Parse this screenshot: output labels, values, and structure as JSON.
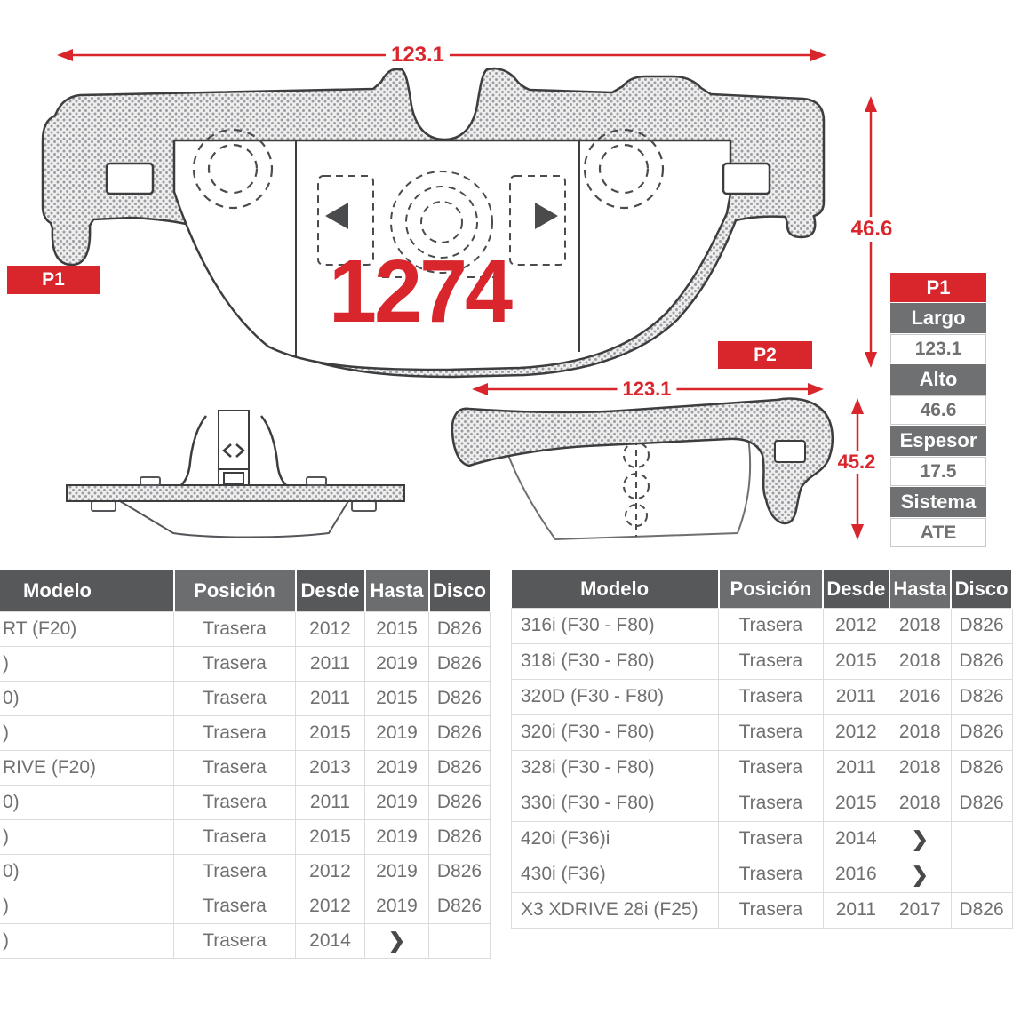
{
  "part": {
    "number": "1274"
  },
  "views": {
    "p1_label": "P1",
    "p2_label": "P2"
  },
  "dimensions": {
    "p1_length": "123.1",
    "p1_height": "46.6",
    "p2_length": "123.1",
    "p2_height": "45.2"
  },
  "spec_panel": {
    "title": "P1",
    "rows": [
      {
        "label": "Largo",
        "value": "123.1"
      },
      {
        "label": "Alto",
        "value": "46.6"
      },
      {
        "label": "Espesor",
        "value": "17.5"
      },
      {
        "label": "Sistema",
        "value": "ATE"
      }
    ]
  },
  "tables": {
    "headers": [
      "Modelo",
      "Posición",
      "Desde",
      "Hasta",
      "Disco"
    ],
    "left": {
      "rows": [
        [
          "RT (F20)",
          "Trasera",
          "2012",
          "2015",
          "D826"
        ],
        [
          ")",
          "Trasera",
          "2011",
          "2019",
          "D826"
        ],
        [
          "0)",
          "Trasera",
          "2011",
          "2015",
          "D826"
        ],
        [
          ")",
          "Trasera",
          "2015",
          "2019",
          "D826"
        ],
        [
          "RIVE (F20)",
          "Trasera",
          "2013",
          "2019",
          "D826"
        ],
        [
          "0)",
          "Trasera",
          "2011",
          "2019",
          "D826"
        ],
        [
          ")",
          "Trasera",
          "2015",
          "2019",
          "D826"
        ],
        [
          "0)",
          "Trasera",
          "2012",
          "2019",
          "D826"
        ],
        [
          ")",
          "Trasera",
          "2012",
          "2019",
          "D826"
        ],
        [
          ")",
          "Trasera",
          "2014",
          "❯",
          ""
        ]
      ]
    },
    "right": {
      "rows": [
        [
          "316i (F30 - F80)",
          "Trasera",
          "2012",
          "2018",
          "D826"
        ],
        [
          "318i (F30 - F80)",
          "Trasera",
          "2015",
          "2018",
          "D826"
        ],
        [
          "320D (F30 - F80)",
          "Trasera",
          "2011",
          "2016",
          "D826"
        ],
        [
          "320i (F30 - F80)",
          "Trasera",
          "2012",
          "2018",
          "D826"
        ],
        [
          "328i (F30 - F80)",
          "Trasera",
          "2011",
          "2018",
          "D826"
        ],
        [
          "330i (F30 - F80)",
          "Trasera",
          "2015",
          "2018",
          "D826"
        ],
        [
          "420i (F36)i",
          "Trasera",
          "2014",
          "❯",
          ""
        ],
        [
          "430i (F36)",
          "Trasera",
          "2016",
          "❯",
          ""
        ],
        [
          "X3 XDRIVE 28i (F25)",
          "Trasera",
          "2011",
          "2017",
          "D826"
        ]
      ]
    }
  },
  "colors": {
    "accent_red": "#d9262c",
    "header_dark": "#57585a",
    "header_light": "#6c6d6f",
    "body_text_gray": "#6f7072"
  }
}
